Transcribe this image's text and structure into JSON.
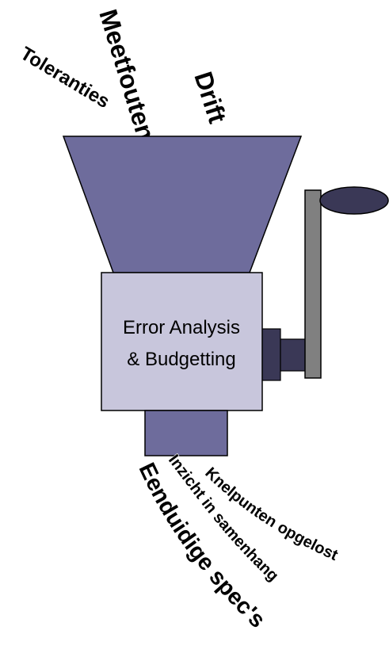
{
  "inputs": {
    "tolerances": "Toleranties",
    "measurement_errors": "Meetfouten",
    "drift": "Drift"
  },
  "machine": {
    "label_line1": "Error Analysis",
    "label_line2": "& Budgetting"
  },
  "outputs": {
    "specs": "Eenduidige spec's",
    "insight": "Inzicht in samenhang",
    "bottlenecks": "Knelpunten opgelost"
  },
  "colors": {
    "funnel": "#6e6c9c",
    "box": "#c8c6dc",
    "handle_knob": "#3a3856",
    "crank_bar": "#808080",
    "hub": "#3a3856",
    "background": "#ffffff"
  }
}
